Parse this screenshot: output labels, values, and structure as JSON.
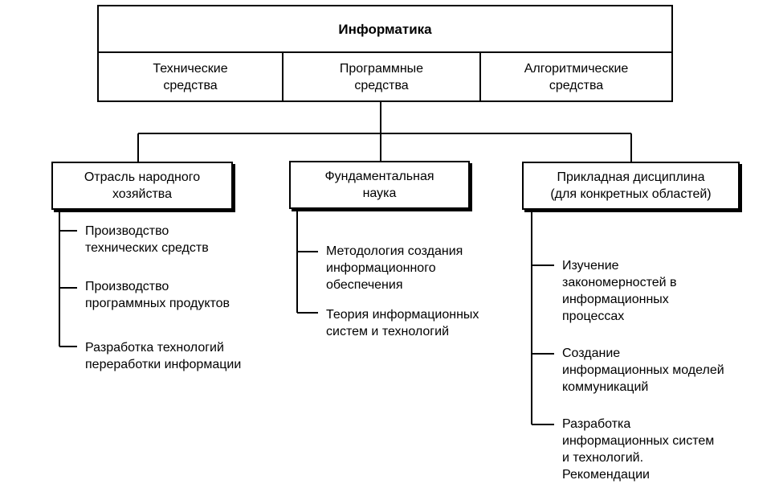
{
  "top": {
    "title": "Информатика",
    "subsections": [
      "Технические\nсредства",
      "Программные\nсредства",
      "Алгоритмические\nсредства"
    ]
  },
  "branches": [
    {
      "label": "Отрасль народного\nхозяйства",
      "items": [
        "Производство\nтехнических средств",
        "Производство\nпрограммных продуктов",
        "Разработка технологий\nпереработки информации"
      ]
    },
    {
      "label": "Фундаментальная\nнаука",
      "items": [
        "Методология создания\nинформационного\nобеспечения",
        "Теория информационных\nсистем и технологий"
      ]
    },
    {
      "label": "Прикладная дисциплина\n(для конкретных областей)",
      "items": [
        "Изучение\nзакономерностей  в\nинформационных\nпроцессах",
        "Создание\nинформационных моделей\nкоммуникаций",
        "Разработка\nинформационных систем\nи технологий.\nРекомендации"
      ]
    }
  ]
}
